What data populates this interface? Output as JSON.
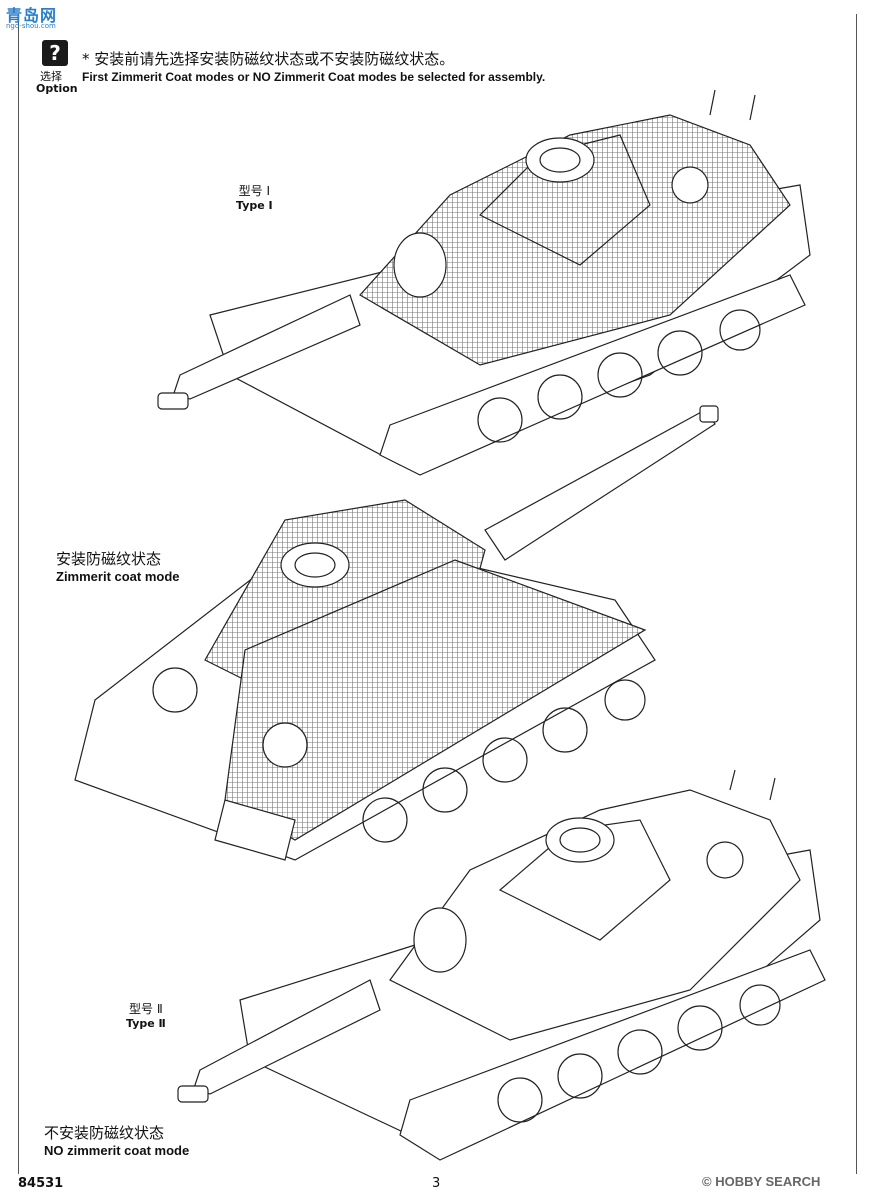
{
  "watermark": {
    "main": "青岛网",
    "sub": "ngo-shou.com"
  },
  "option": {
    "icon": "question-mark-icon",
    "cn": "选择",
    "en": "Option"
  },
  "note": {
    "cn": "* 安装前请先选择安装防磁纹状态或不安装防磁纹状态。",
    "en": "First Zimmerit Coat modes or NO Zimmerit Coat modes be selected for assembly."
  },
  "tank1": {
    "cn": "型号 Ⅰ",
    "en": "Type Ⅰ"
  },
  "zimmerit": {
    "cn": "安装防磁纹状态",
    "en": "Zimmerit coat mode"
  },
  "tank3": {
    "cn": "型号 Ⅱ",
    "en": "Type Ⅱ"
  },
  "nozim": {
    "cn": "不安装防磁纹状态",
    "en": "NO zimmerit coat mode"
  },
  "footer": {
    "code": "84531",
    "page": "3",
    "source": "© HOBBY SEARCH"
  }
}
